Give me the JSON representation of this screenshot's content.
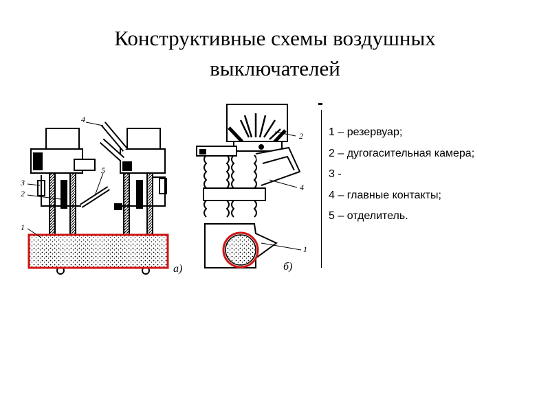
{
  "slide": {
    "title_line1": "Конструктивные схемы воздушных",
    "title_line2": "выключателей"
  },
  "figure": {
    "callouts_a": [
      "4",
      "5",
      "3",
      "2",
      "1"
    ],
    "callouts_b": [
      "2",
      "4",
      "1"
    ],
    "panel_a_label": "а)",
    "panel_b_label": "б)",
    "highlight_color": "#d11414"
  },
  "legend": {
    "items": [
      "1 – резервуар;",
      "2 – дугогасительная камера;",
      "3 -",
      "4 – главные контакты;",
      "5 – отделитель."
    ]
  }
}
